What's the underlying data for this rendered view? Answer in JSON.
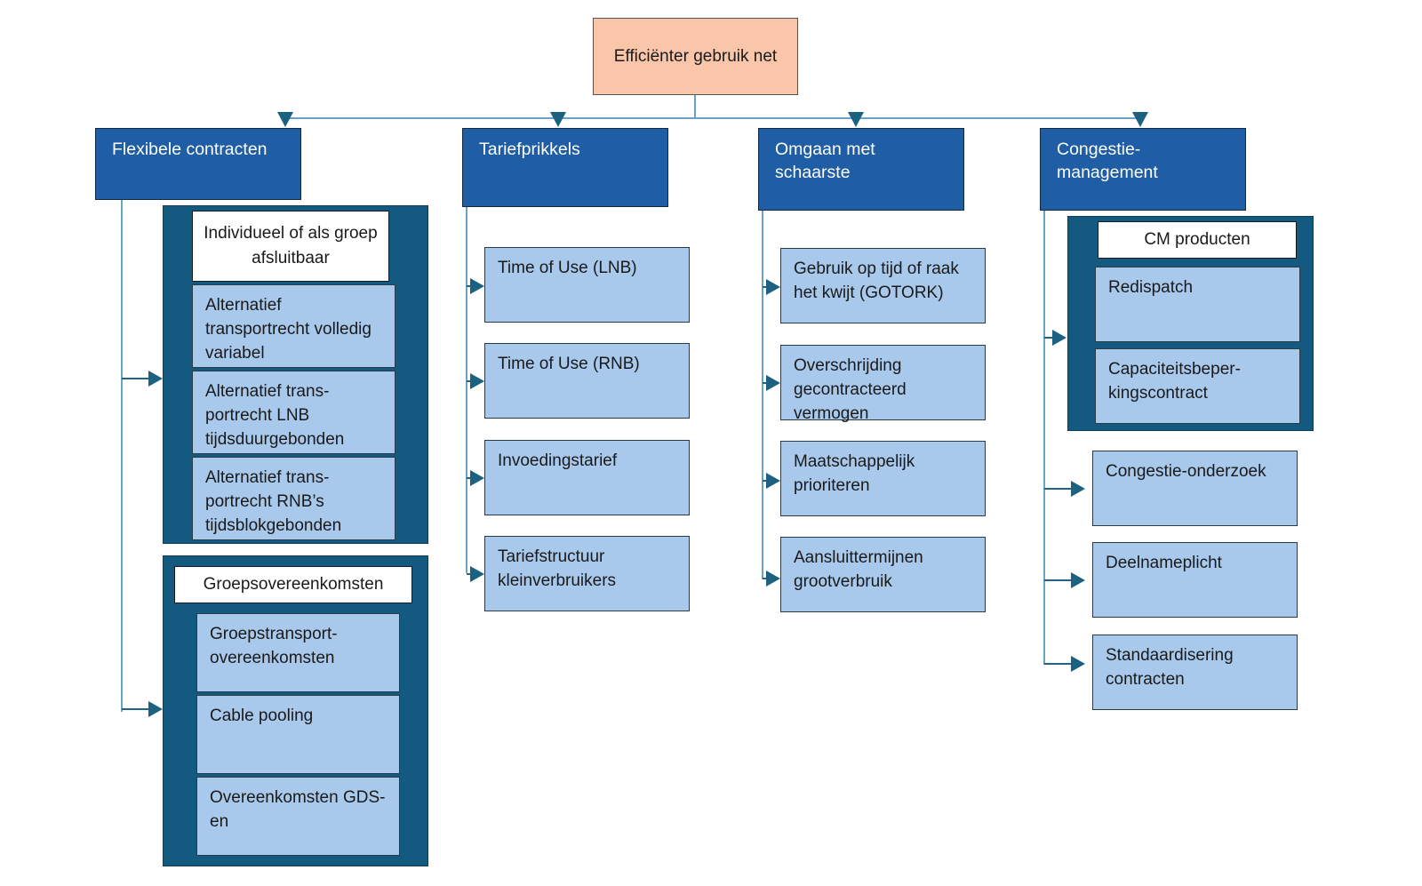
{
  "diagram": {
    "title_root": "Efficiënter gebruik net",
    "root": {
      "label": "Efficiënter gebruik net"
    },
    "colors": {
      "root_fill": "#F9C6A9",
      "category_fill": "#1F5DA4",
      "group_fill": "#14597F",
      "leaf_fill": "#A8C8EC",
      "subgroup_header_fill": "#FFFFFF",
      "connector": "#6AA2C4",
      "arrow": "#1D6180"
    },
    "columns": [
      {
        "id": "flexibele-contracten",
        "header": "Flexibele contracten",
        "groups": [
          {
            "id": "individueel-of-als-groep-afsluitbaar",
            "header": "Individueel of als groep afsluitbaar",
            "items": [
              "Alternatief transportrecht volledig variabel",
              "Alternatief trans-portrecht LNB tijdsduurgebonden",
              "Alternatief trans-portrecht  RNB’s tijdsblokgebonden"
            ]
          },
          {
            "id": "groepsovereenkomsten",
            "header": "Groepsovereenkomsten",
            "items": [
              "Groepstransport-overeenkomsten",
              "Cable pooling",
              "Overeenkomsten GDS-en"
            ]
          }
        ]
      },
      {
        "id": "tariefprikkels",
        "header": "Tariefprikkels",
        "items": [
          "Time of Use (LNB)",
          "Time of Use (RNB)",
          "Invoedingstarief",
          "Tariefstructuur kleinverbruikers"
        ]
      },
      {
        "id": "omgaan-met-schaarste",
        "header": "Omgaan met schaarste",
        "items": [
          "Gebruik op tijd of raak het kwijt (GOTORK)",
          "Overschrijding gecontracteerd vermogen",
          "Maatschappelijk prioriteren",
          "Aansluittermijnen grootverbruik"
        ]
      },
      {
        "id": "congestiemanagement",
        "header": "Congestie-management",
        "groups": [
          {
            "id": "cm-producten",
            "header": "CM producten",
            "items": [
              "Redispatch",
              "Capaciteitsbeper-kingscontract"
            ]
          }
        ],
        "items": [
          "Congestie-onderzoek",
          "Deelnameplicht",
          "Standaardisering contracten"
        ]
      }
    ]
  }
}
